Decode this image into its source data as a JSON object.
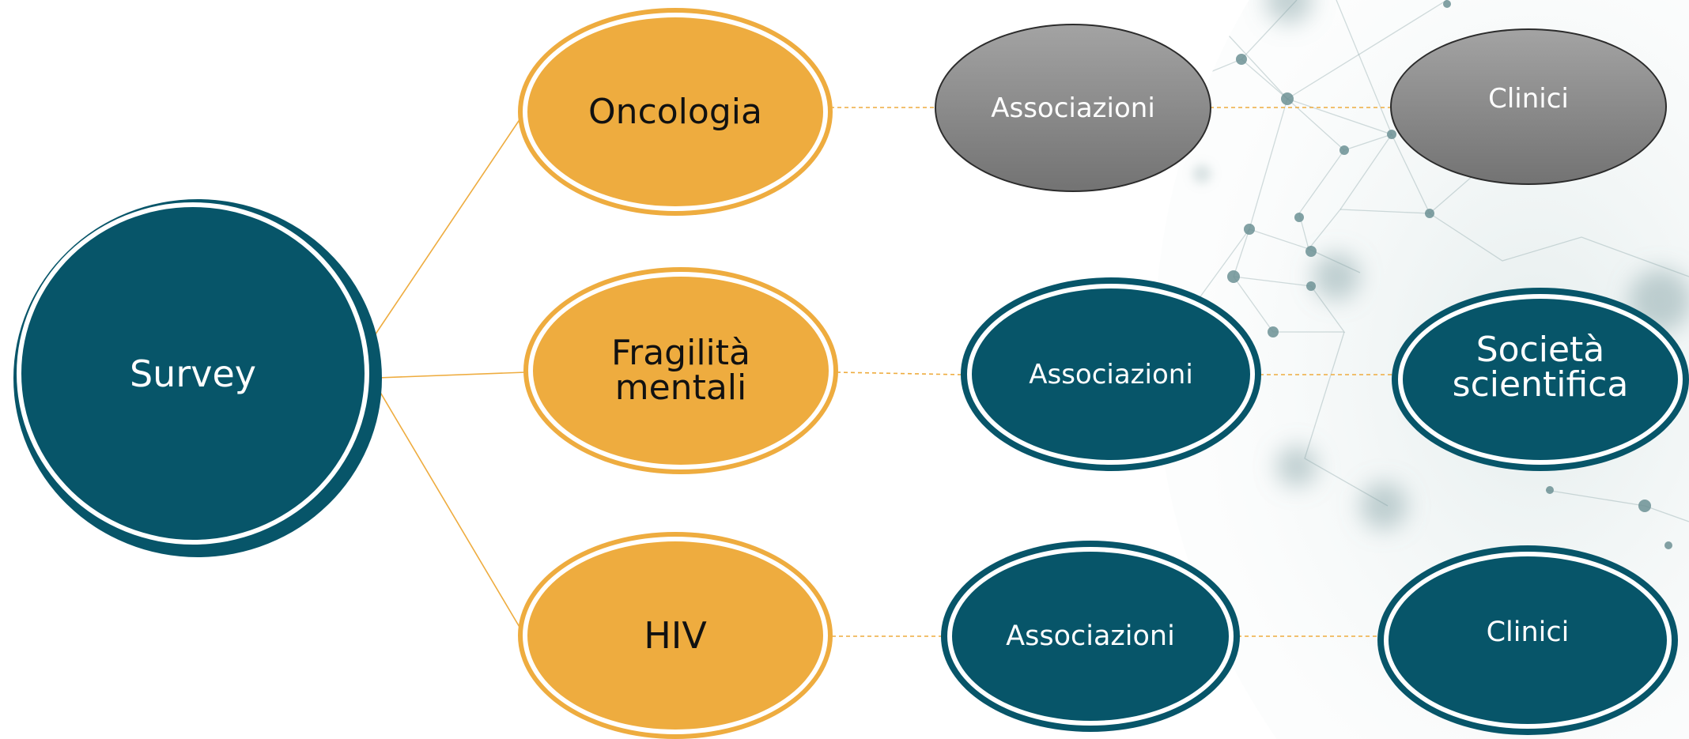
{
  "root": {
    "label": "Survey"
  },
  "areas": [
    {
      "label": "Oncologia",
      "stakeholders": [
        {
          "label": "Associazioni",
          "style": "gray"
        },
        {
          "label": "Clinici",
          "style": "gray"
        }
      ]
    },
    {
      "label": "Fragilità\nmentali",
      "stakeholders": [
        {
          "label": "Associazioni",
          "style": "teal"
        },
        {
          "label": "Società\nscientifica",
          "style": "teal"
        }
      ]
    },
    {
      "label": "HIV",
      "stakeholders": [
        {
          "label": "Associazioni",
          "style": "teal"
        },
        {
          "label": "Clinici",
          "style": "teal"
        }
      ]
    }
  ],
  "colors": {
    "teal": "#075569",
    "orange": "#eeac3f",
    "gray_top": "#a3a3a3",
    "gray_bottom": "#737373",
    "connector": "#eeac3f"
  }
}
